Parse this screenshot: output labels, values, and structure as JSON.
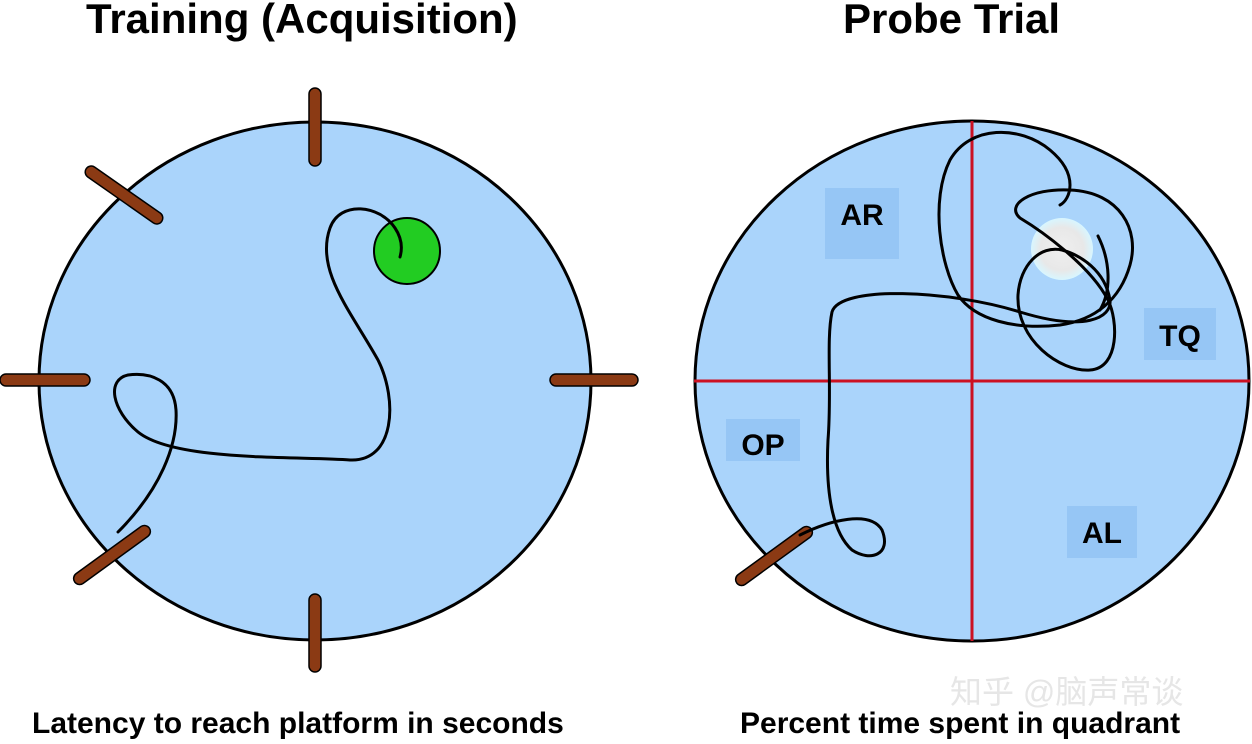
{
  "training": {
    "title": "Training (Acquisition)",
    "caption": "Latency to reach platform in seconds"
  },
  "probe": {
    "title": "Probe Trial",
    "caption": "Percent time spent in quadrant",
    "quadrants": {
      "ar": "AR",
      "tq": "TQ",
      "op": "OP",
      "al": "AL"
    }
  },
  "watermark": "知乎 @脑声常谈",
  "colors": {
    "pool": "#aad4fb",
    "label_bg": "#96c6f5",
    "platform": "#22cc22",
    "cue": "#8b3a14",
    "divider": "#cc1122",
    "former_platform": "#ececec"
  }
}
